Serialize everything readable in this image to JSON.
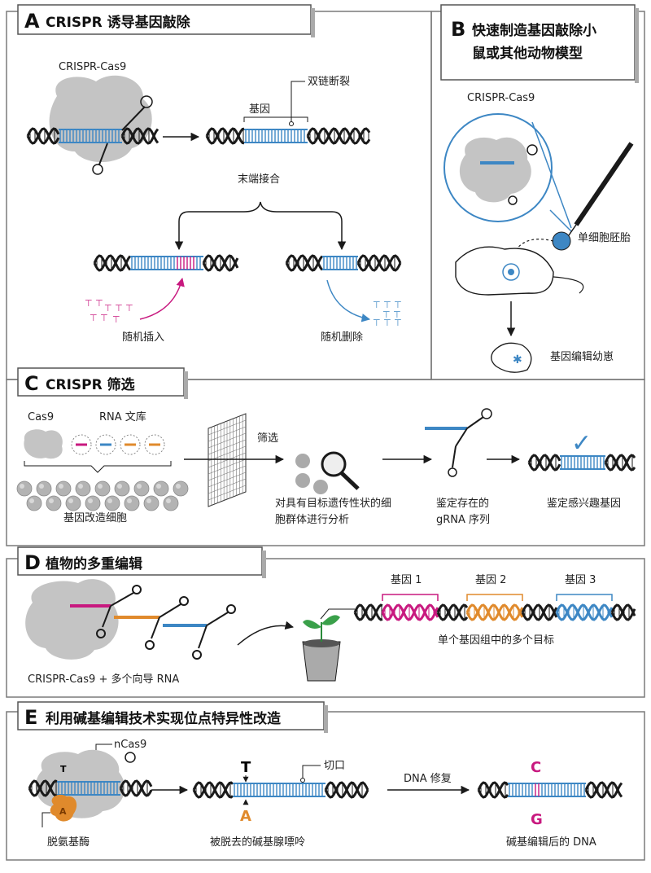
{
  "panels": {
    "a": {
      "letter": "A",
      "title": "CRISPR 诱导基因敲除",
      "crispr_label": "CRISPR-Cas9",
      "dsb_label": "双链断裂",
      "gene_label": "基因",
      "end_joining": "末端接合",
      "random_insert": "随机插入",
      "random_delete": "随机删除"
    },
    "b": {
      "letter": "B",
      "title_line1": "快速制造基因敲除小",
      "title_line2": "鼠或其他动物模型",
      "crispr_label": "CRISPR-Cas9",
      "embryo_label": "单细胞胚胎",
      "pup_label": "基因编辑幼崽"
    },
    "c": {
      "letter": "C",
      "title": "CRISPR 筛选",
      "cas9_label": "Cas9",
      "library_label": "RNA 文库",
      "cells_label": "基因改造细胞",
      "screen_label": "筛选",
      "analysis_line1": "对具有目标遗传性状的细",
      "analysis_line2": "胞群体进行分析",
      "identify_line1": "鉴定存在的",
      "identify_line2": "gRNA 序列",
      "gene_identify": "鉴定感兴趣基因",
      "check_glyph": "✓"
    },
    "d": {
      "letter": "D",
      "title": "植物的多重编辑",
      "gene1": "基因 1",
      "gene2": "基因 2",
      "gene3": "基因 3",
      "multi_target": "单个基因组中的多个目标",
      "guide_label": "CRISPR-Cas9 + 多个向导 RNA"
    },
    "e": {
      "letter": "E",
      "title": "利用碱基编辑技术实现位点特异性改造",
      "ncas9_label": "nCas9",
      "nick_label": "切口",
      "repair_label": "DNA 修复",
      "deaminase_label": "脱氨基酶",
      "deaminated_label": "被脱去的碱基腺嘌呤",
      "edited_label": "碱基编辑后的 DNA",
      "base_T": "T",
      "base_A": "A",
      "base_T2": "T",
      "base_A2": "A",
      "base_C": "C",
      "base_G": "G"
    }
  },
  "colors": {
    "magenta": "#c8197f",
    "blue": "#3d87c4",
    "orange": "#e08a2c",
    "dark": "#1a1a1a",
    "gray": "#bdbdbd",
    "border": "#7a7a7a"
  }
}
